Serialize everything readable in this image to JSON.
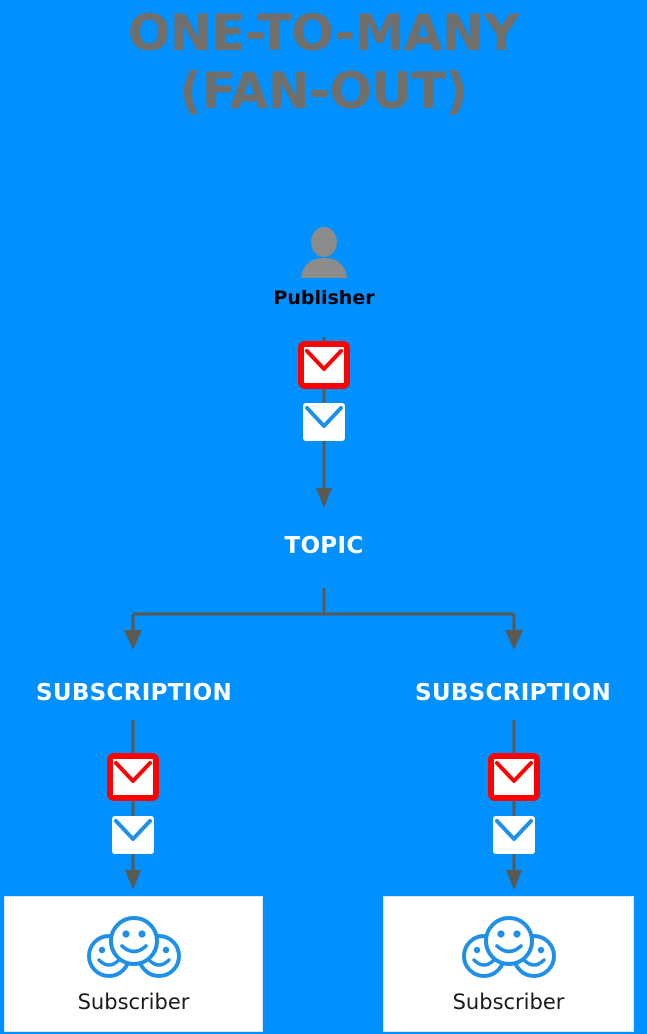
{
  "diagram": {
    "title_line1": "ONE-TO-MANY",
    "title_line2": "(FAN-OUT)",
    "title_color": "#706F6B",
    "background_color": "#0090FF",
    "connector_color": "#5A5A52",
    "accent_red": "#FF0000",
    "accent_blue": "#1E90E8"
  },
  "publisher": {
    "label": "Publisher",
    "icon": "person-silhouette-icon",
    "icon_color": "#8C8C8C",
    "messages": [
      {
        "icon": "envelope-icon",
        "style": "red-outline"
      },
      {
        "icon": "envelope-icon",
        "style": "blue-flap"
      }
    ]
  },
  "topic": {
    "label": "TOPIC"
  },
  "subscriptions": [
    {
      "label": "SUBSCRIPTION",
      "messages": [
        {
          "icon": "envelope-icon",
          "style": "red-outline"
        },
        {
          "icon": "envelope-icon",
          "style": "blue-flap"
        }
      ],
      "subscriber": {
        "label": "Subscriber",
        "icon": "three-smiley-faces-icon"
      }
    },
    {
      "label": "SUBSCRIPTION",
      "messages": [
        {
          "icon": "envelope-icon",
          "style": "red-outline"
        },
        {
          "icon": "envelope-icon",
          "style": "blue-flap"
        }
      ],
      "subscriber": {
        "label": "Subscriber",
        "icon": "three-smiley-faces-icon"
      }
    }
  ]
}
